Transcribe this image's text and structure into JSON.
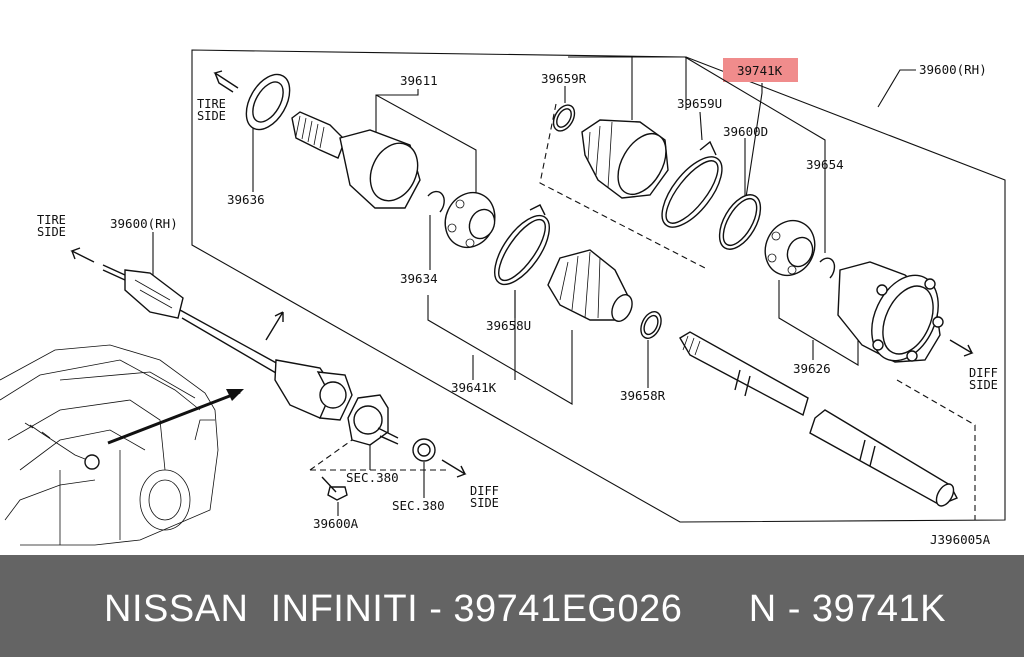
{
  "diagram": {
    "labels": {
      "p39600_rh_top": "39600(RH)",
      "p39741k": "39741K",
      "p39611": "39611",
      "p39659r": "39659R",
      "p39659u": "39659U",
      "p39600d": "39600D",
      "p39654": "39654",
      "p39636": "39636",
      "p39634": "39634",
      "p39658u": "39658U",
      "p39641k": "39641K",
      "p39658r": "39658R",
      "p39626": "39626",
      "p39600_rh_left": "39600(RH)",
      "p39600a": "39600A",
      "sec380_a": "SEC.380",
      "sec380_b": "SEC.380",
      "tire_side_1": "TIRE",
      "tire_side_2": "SIDE",
      "tire_side_left_1": "TIRE",
      "tire_side_left_2": "SIDE",
      "diff_side_1": "DIFF",
      "diff_side_2": "SIDE",
      "diff_side_mid_1": "DIFF",
      "diff_side_mid_2": "SIDE",
      "drawing_code": "J396005A"
    },
    "highlight_color": "#f08c8c"
  },
  "footer": {
    "text": "NISSAN  INFINITI - 39741EG026      N - 39741K",
    "background": "#646464",
    "text_color": "#ffffff"
  }
}
